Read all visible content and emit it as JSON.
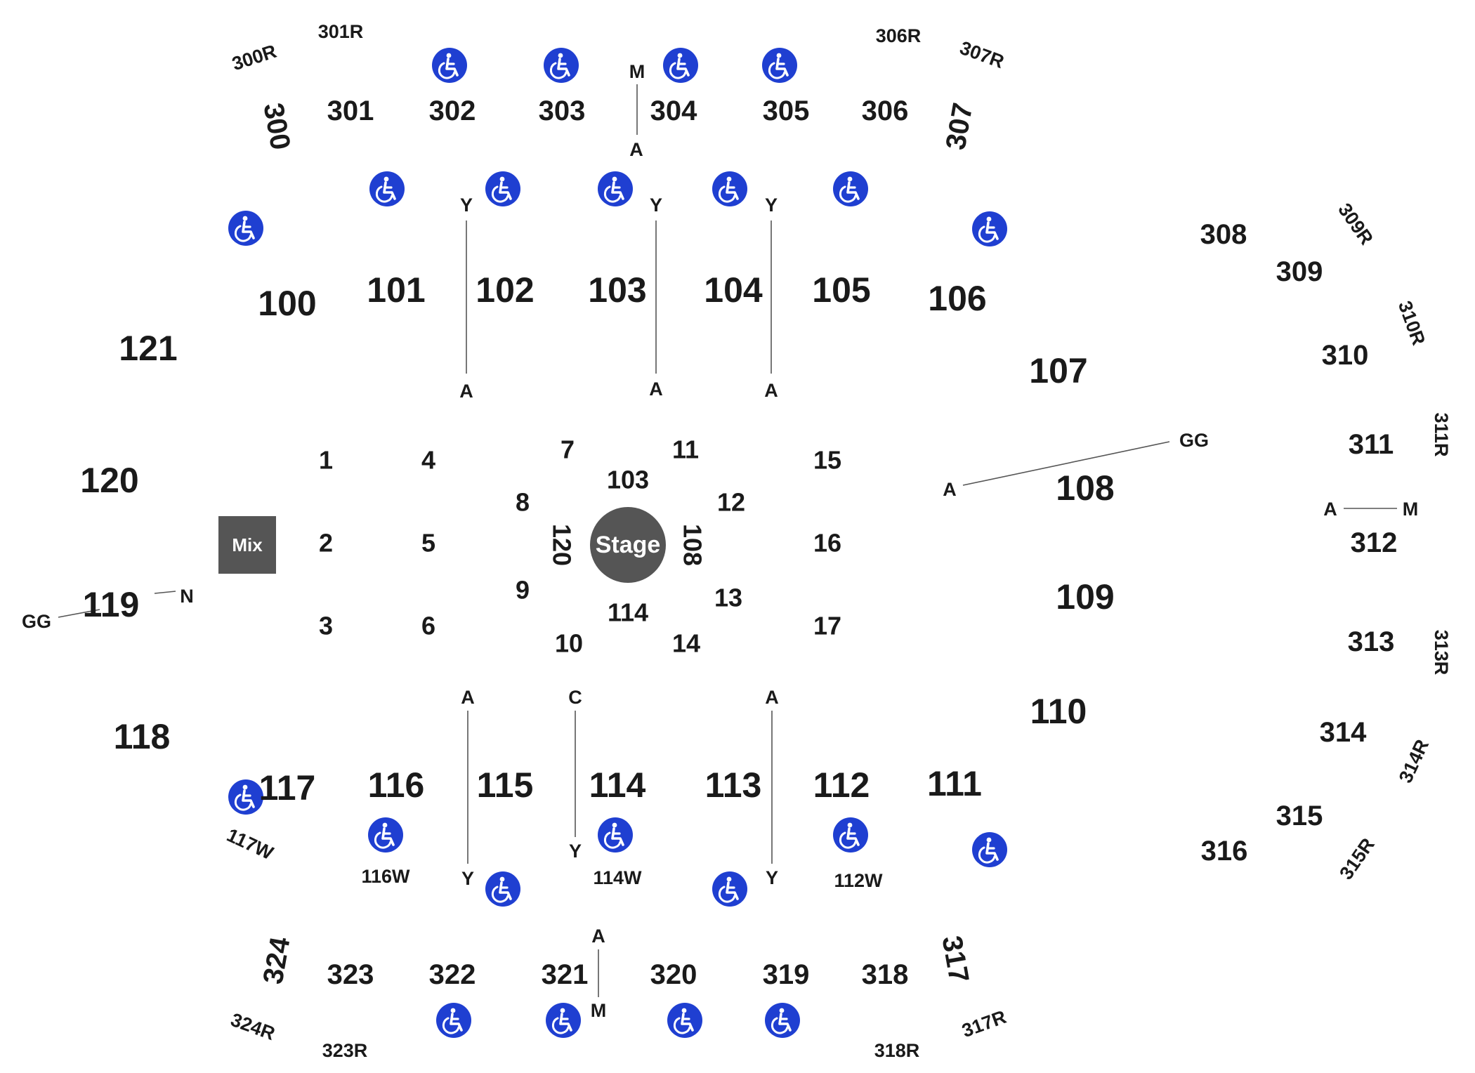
{
  "colors": {
    "text": "#1a1a1a",
    "accessible": "#1f3fd1",
    "stage": "#555555",
    "mix": "#555555",
    "line": "#555555"
  },
  "map": {
    "stage_label": "Stage",
    "mix_label": "Mix",
    "floor_sections": [
      "1",
      "2",
      "3",
      "4",
      "5",
      "6",
      "7",
      "8",
      "9",
      "10",
      "11",
      "12",
      "13",
      "14",
      "15",
      "16",
      "17"
    ],
    "stage_labels": [
      "103",
      "120",
      "108",
      "114"
    ],
    "lower_sections": [
      "100",
      "101",
      "102",
      "103",
      "104",
      "105",
      "106",
      "107",
      "108",
      "109",
      "110",
      "111",
      "112",
      "113",
      "114",
      "115",
      "116",
      "117",
      "118",
      "119",
      "120",
      "121"
    ],
    "upper_sections": [
      "300",
      "301",
      "302",
      "303",
      "304",
      "305",
      "306",
      "307",
      "308",
      "309",
      "310",
      "311",
      "312",
      "313",
      "314",
      "315",
      "316",
      "317",
      "318",
      "319",
      "320",
      "321",
      "322",
      "323",
      "324"
    ],
    "row_labels": [
      "300R",
      "301R",
      "306R",
      "307R",
      "309R",
      "310R",
      "311R",
      "313R",
      "314R",
      "315R",
      "317R",
      "318R",
      "323R",
      "324R",
      "117W",
      "116W",
      "114W",
      "112W",
      "M",
      "A",
      "Y",
      "A",
      "Y",
      "A",
      "Y",
      "A",
      "GG",
      "A",
      "A",
      "M",
      "GG",
      "N",
      "A",
      "Y",
      "C",
      "Y",
      "A",
      "Y",
      "A",
      "M"
    ],
    "accessible_icon": "wheelchair-icon"
  }
}
